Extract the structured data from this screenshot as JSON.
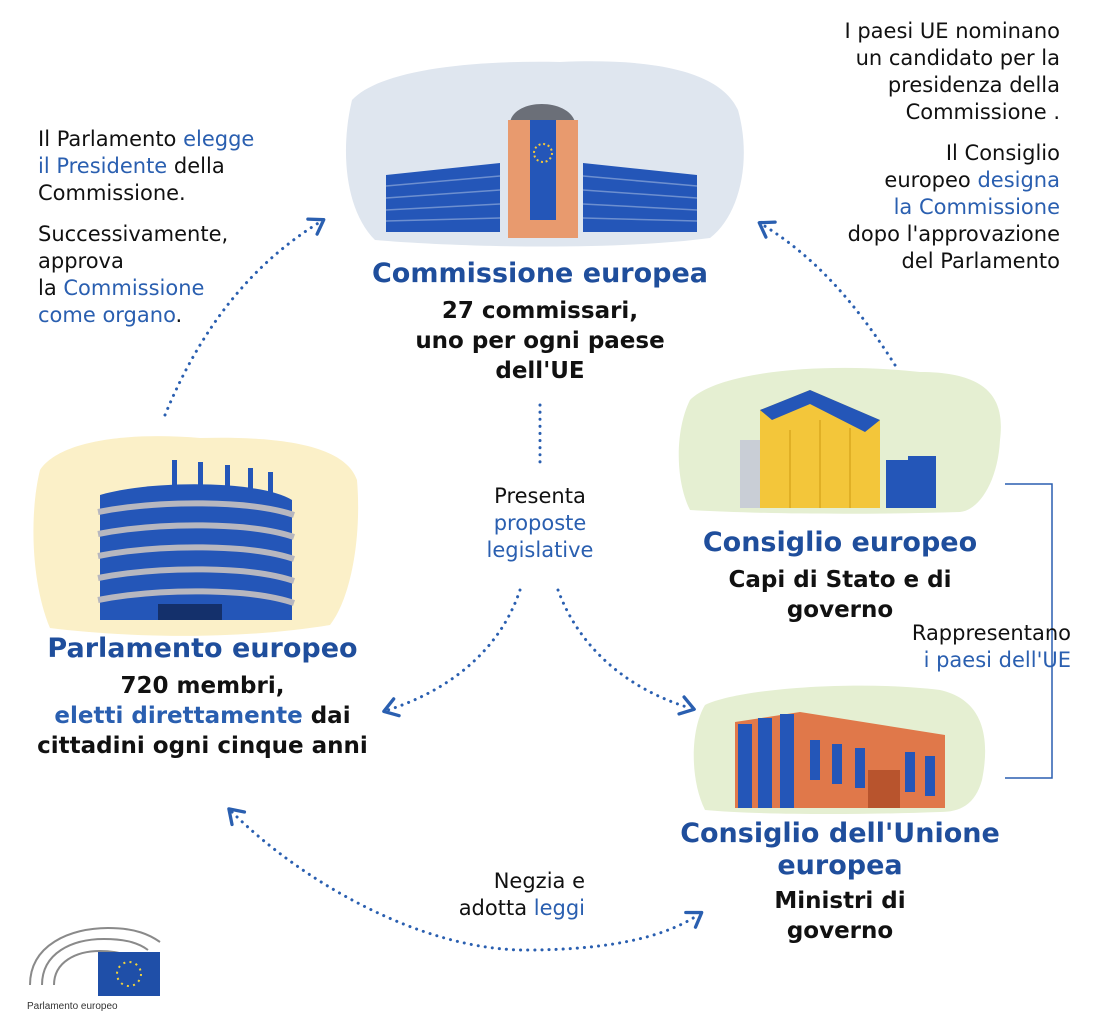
{
  "commission": {
    "title": "Commissione europea",
    "desc_line1": "27 commissari,",
    "desc_line2": "uno per ogni paese",
    "desc_line3": "dell'UE"
  },
  "parliament": {
    "title": "Parlamento europeo",
    "desc_line1": "720 membri,",
    "desc_line2_blue": "eletti direttamente",
    "desc_line2_rest": " dai",
    "desc_line3": "cittadini ogni cinque anni"
  },
  "european_council": {
    "title": "Consiglio europeo",
    "desc_line1": "Capi di Stato e di",
    "desc_line2": "governo"
  },
  "council_eu": {
    "title_line1": "Consiglio dell'Unione",
    "title_line2": "europea",
    "desc_line1": "Ministri di",
    "desc_line2": "governo"
  },
  "note_parliament_elects": {
    "line1_a": "Il Parlamento ",
    "line1_b": "elegge",
    "line2_a": "il Presidente",
    "line2_b": " della",
    "line3": "Commissione.",
    "line4": "Successivamente,",
    "line5": "approva",
    "line6_a": "la ",
    "line6_b": "Commissione",
    "line7_a": "come organo",
    "line7_b": "."
  },
  "note_countries": {
    "line1": "I paesi UE nominano",
    "line2": "un candidato per la",
    "line3": "presidenza della",
    "line4": "Commissione .",
    "line5": "Il Consiglio",
    "line6_a": "europeo ",
    "line6_b": "designa",
    "line7": "la Commissione",
    "line8": "dopo l'approvazione",
    "line9": "del Parlamento"
  },
  "note_presents": {
    "line1": "Presenta",
    "line2": "proposte",
    "line3": "legislative"
  },
  "note_represent": {
    "line1": "Rappresentano",
    "line2": "i paesi dell'UE"
  },
  "note_negotiate": {
    "line1": "Negzia e",
    "line2_a": "adotta ",
    "line2_b": "leggi"
  },
  "logo": {
    "caption": "Parlamento europeo"
  },
  "colors": {
    "accent_blue": "#2a5fb0",
    "title_blue": "#1f4e9c",
    "arrow_blue": "#2a5fb0",
    "building_blue": "#2456b8",
    "orange": "#e89a6e",
    "yellow": "#f3c63a",
    "bg_green": "#e5efd2",
    "bg_grey": "#dfe6ef",
    "bg_yellow": "#fbf0c8"
  }
}
